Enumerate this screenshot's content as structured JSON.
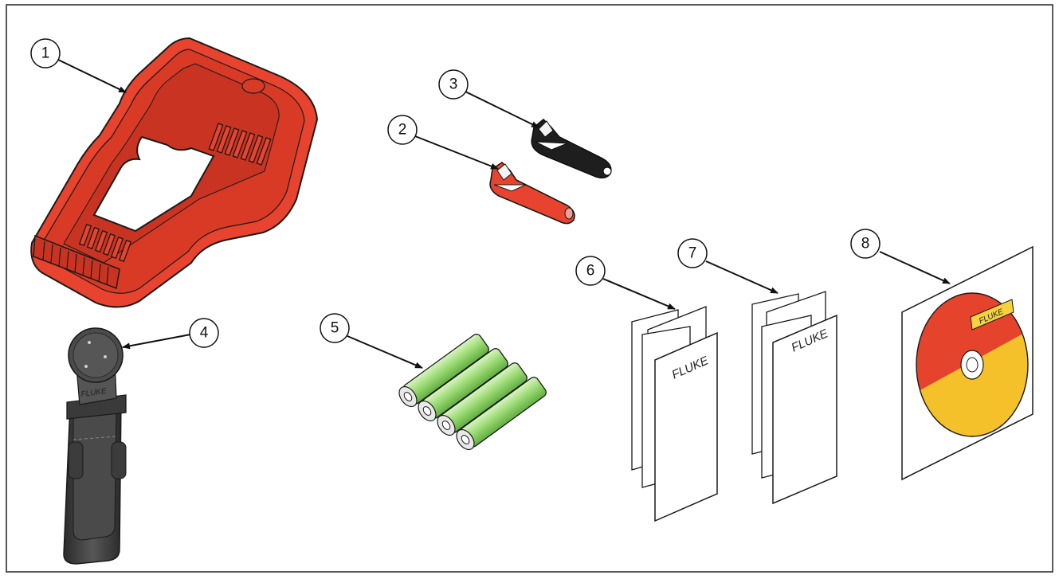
{
  "callouts": [
    "1",
    "2",
    "3",
    "4",
    "5",
    "6",
    "7",
    "8"
  ],
  "brand": {
    "name": "FLUKE",
    "accent_yellow": "#f6d23c",
    "holster_red": "#e8432e",
    "probe_red": "#e8432e",
    "probe_black": "#1e1e1e",
    "battery_green": "#8fd46a",
    "cd_red": "#e5432b",
    "cd_yellow": "#f4c12b",
    "hanger_grey": "#3a3a3a"
  },
  "items": [
    {
      "number": "1",
      "icon": "protective-holster"
    },
    {
      "number": "2",
      "icon": "red-probe-tip-cap"
    },
    {
      "number": "3",
      "icon": "black-probe-tip-cap"
    },
    {
      "number": "4",
      "icon": "magnetic-hanger-strap"
    },
    {
      "number": "5",
      "icon": "aa-batteries"
    },
    {
      "number": "6",
      "icon": "folded-manual"
    },
    {
      "number": "7",
      "icon": "folded-manual"
    },
    {
      "number": "8",
      "icon": "cd-rom"
    }
  ]
}
